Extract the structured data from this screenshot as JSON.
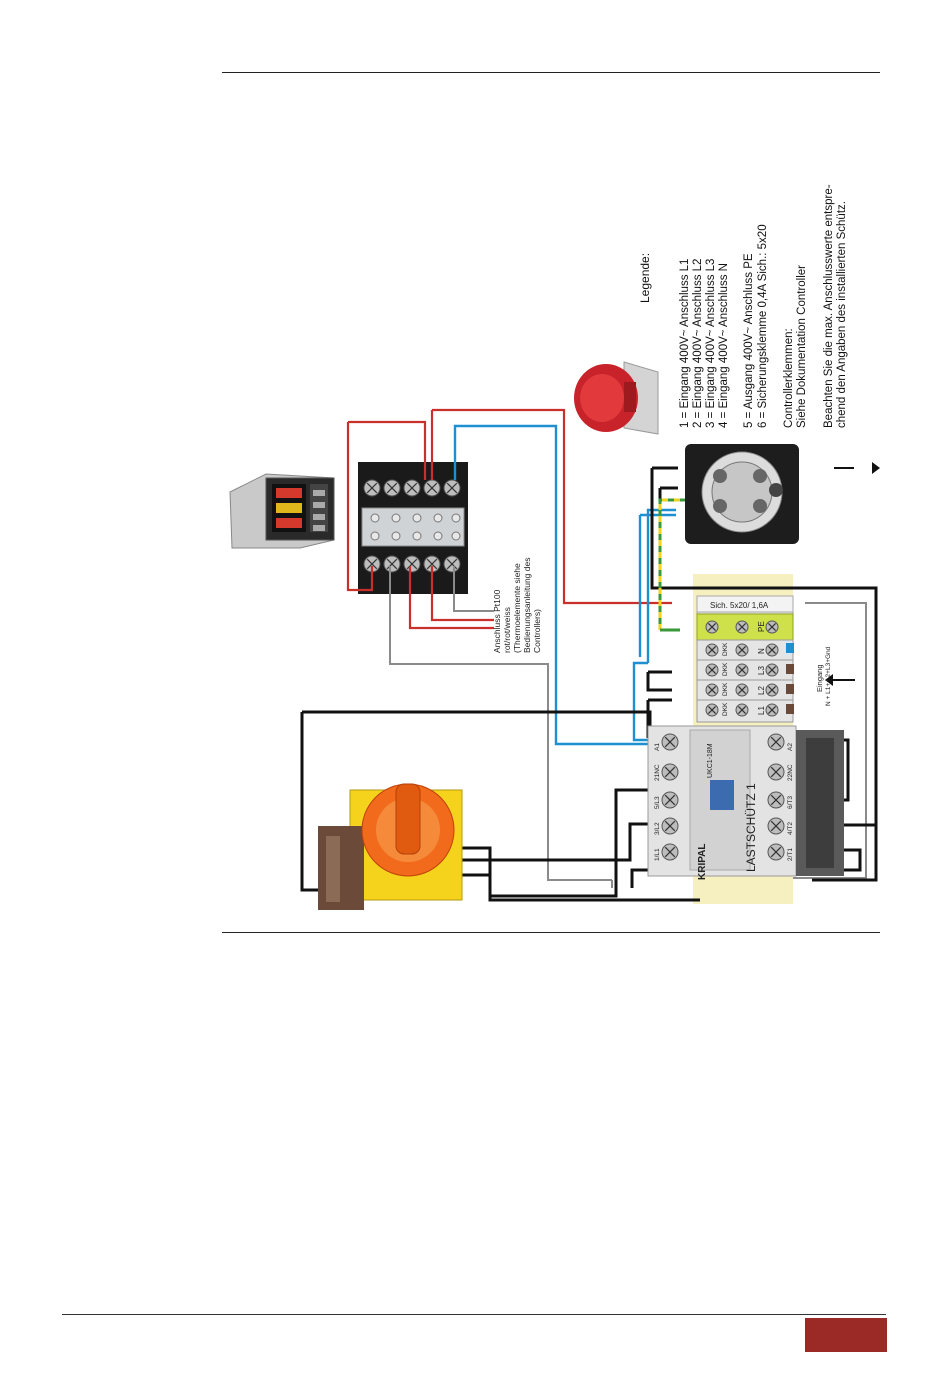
{
  "legend": {
    "title": "Legende:",
    "items": [
      "1 = Eingang 400V~ Anschluss L1",
      "2 = Eingang 400V~ Anschluss L2",
      "3 = Eingang 400V~ Anschluss L3",
      "4 = Eingang 400V~ Anschluss  N",
      "5 = Ausgang 400V~  Anschluss PE",
      "6 = Sicherungsklemme 0,4A Sich.: 5x20",
      "Controllerklemmen:",
      "Siehe Dokumentation Controller",
      "Beachten Sie die max. Anschlusswerte entspre-",
      "chend den Angaben des  installierten Schütz."
    ]
  },
  "controller_note": {
    "lines": [
      "Anschluss Pt100",
      "rot/rot/weiss",
      "(Thermoelemente siehe",
      "Bedienungsanleitung des",
      "Controllers)"
    ]
  },
  "terminal_block": {
    "fuse_label": "Sich. 5x20/ 1,6A",
    "pe_label": "PE",
    "n_label": "N",
    "l3_label": "L3",
    "l2_label": "L2",
    "l1_label": "L1",
    "dkk": "DKK",
    "input_label": "Eingang",
    "input_sub": "N + L1+ L2+L3+Gnd"
  },
  "contactor": {
    "brand": "KRIPAL",
    "model": "UKC1-18M",
    "title": "LASTSCHÜTZ 1",
    "left_terminals": [
      "A1",
      "21NC",
      "5/L3",
      "3/L2",
      "1/L1"
    ],
    "right_terminals": [
      "A2",
      "22NC",
      "6/T3",
      "4/T2",
      "2/T1"
    ]
  },
  "colors": {
    "wire_red": "#c8302c",
    "wire_blue": "#1e8fd0",
    "wire_black": "#111111",
    "wire_grey": "#8a8a8a",
    "wire_pe_green": "#3a9a3a",
    "wire_pe_yellow": "#f2d21a",
    "switch_orange": "#f26a1b",
    "switch_yellow": "#f5d31c",
    "socket_red": "#d6282a",
    "footer_badge": "#9b2a27"
  }
}
